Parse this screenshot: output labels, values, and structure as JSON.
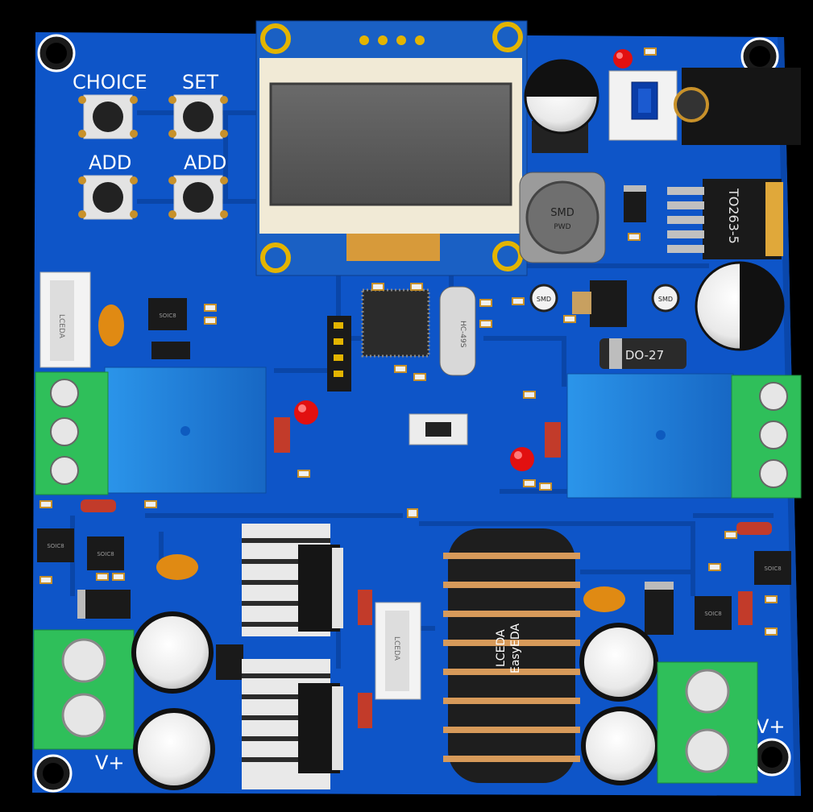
{
  "labels": {
    "choice": "CHOICE",
    "set": "SET",
    "add_left": "ADD",
    "add_right": "ADD",
    "vplus_left": "V+",
    "vplus_right": "V+"
  },
  "components": {
    "inductor_top": {
      "line1": "SMD",
      "line2": "PWD"
    },
    "regulator": "TO263-5",
    "diode": "DO-27",
    "lceda_left": "LCEDA",
    "lceda_mid": "LCEDA",
    "chip_small": "SOIC8",
    "chip_left_a": "SOIC8",
    "chip_left_b": "SOIC8",
    "chip_right_a": "SOIC8",
    "chip_right_b": "SOIC8",
    "toroid_line1": "LCEDA",
    "toroid_line2": "EasyEDA",
    "cap_small_a": "SMD",
    "cap_small_b": "SMD",
    "crystal": "HC-49S"
  },
  "colors": {
    "board": "#0e55c8",
    "board_dark": "#0a47ab",
    "silk": "#ffffff",
    "copper": "#c8912a",
    "terminal_green": "#2fbf5a",
    "relay_blue": "#1c7fd6",
    "oled_frame": "#f1ead6",
    "screen": "#5b5b5b"
  }
}
